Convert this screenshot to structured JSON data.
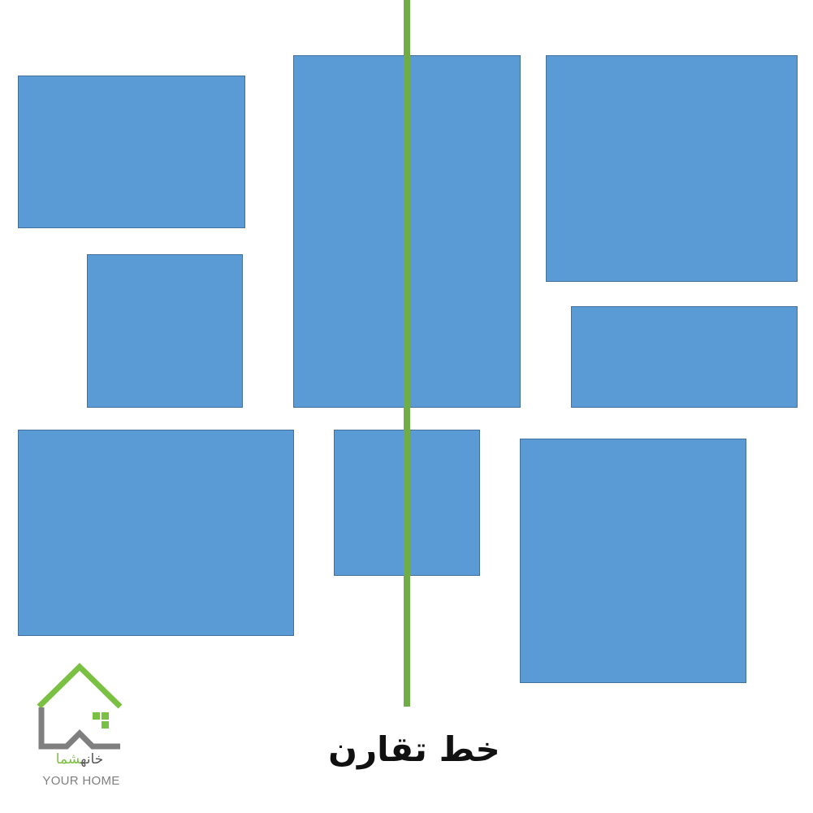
{
  "caption": "خط تقارن",
  "logo": {
    "name_part_1": "شما",
    "name_part_2": "خانه",
    "name_en": "YOUR HOME"
  },
  "colors": {
    "frame_fill": "#5b9bd5",
    "frame_border": "#41719c",
    "symmetry_line": "#70ad47",
    "logo_green": "#7ac143",
    "logo_gray": "#7f7f7f"
  }
}
